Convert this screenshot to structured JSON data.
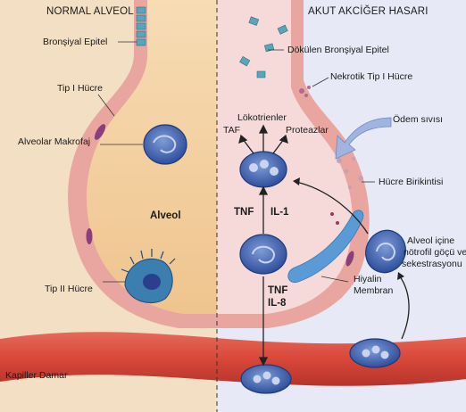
{
  "headers": {
    "left": "NORMAL ALVEOL",
    "right": "AKUT AKCİĞER HASARI"
  },
  "labels": {
    "bronsiyal_epitel": "Bronşiyal Epitel",
    "tip1_hucre": "Tip I Hücre",
    "alveolar_makrofaj": "Alveolar Makrofaj",
    "alveol": "Alveol",
    "tip2_hucre": "Tip II Hücre",
    "kapiller_damar": "Kapiller Damar",
    "dokulen_bronsiyal_epitel": "Dökülen Bronşiyal Epitel",
    "nekrotik_tip1_hucre": "Nekrotik Tip I Hücre",
    "odem_sivisi": "Ödem sıvısı",
    "hucre_birikintisi": "Hücre Birikintisi",
    "alveol_icine_line1": "Alveol içine",
    "alveol_icine_line2": "nötrofil göçü ve",
    "alveol_icine_line3": "sekestrasyonu",
    "hiyalin_line1": "Hiyalin",
    "hiyalin_line2": "Membran"
  },
  "mediators": {
    "lokotrienler": "Lökotrienler",
    "taf": "TAF",
    "proteazlar": "Proteazlar",
    "tnf_upper": "TNF",
    "il1": "IL-1",
    "tnf_lower": "TNF",
    "il8": "IL-8"
  },
  "colors": {
    "left_bg": "#f3dfc4",
    "right_bg": "#e7eaf6",
    "alveolus_left": "#f2cf9e",
    "alveolus_right": "#f6d9d9",
    "wall": "#e9a6a0",
    "capillary": "#d8473a",
    "cell_blue": "#3d5fae",
    "hyaline": "#5b9bd5"
  }
}
